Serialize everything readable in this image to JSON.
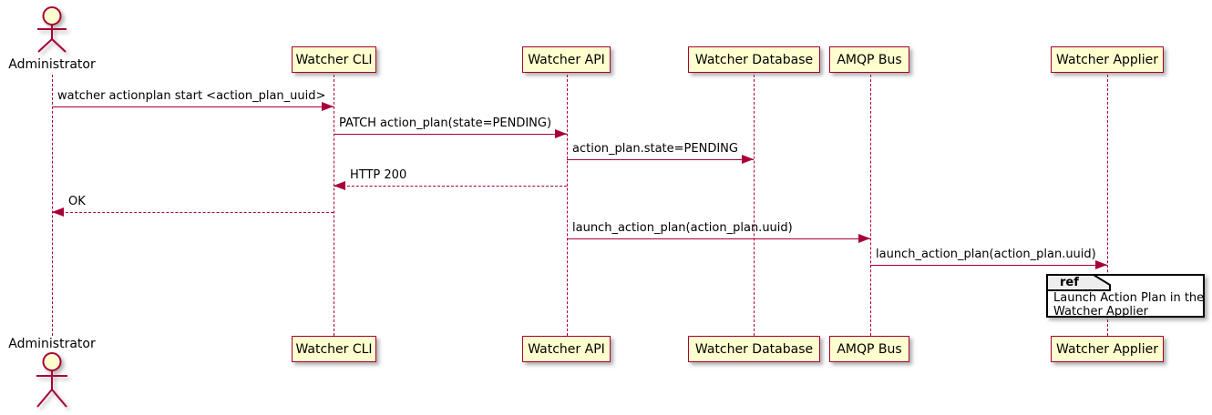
{
  "diagram": {
    "actor": {
      "id": "admin",
      "name": "Administrator"
    },
    "participants": [
      {
        "id": "cli",
        "label": "Watcher CLI"
      },
      {
        "id": "api",
        "label": "Watcher API"
      },
      {
        "id": "db",
        "label": "Watcher Database"
      },
      {
        "id": "amqp",
        "label": "AMQP Bus"
      },
      {
        "id": "applier",
        "label": "Watcher Applier"
      }
    ],
    "messages": [
      {
        "from": "admin",
        "to": "cli",
        "text": "watcher actionplan start <action_plan_uuid>",
        "style": "solid"
      },
      {
        "from": "cli",
        "to": "api",
        "text": "PATCH action_plan(state=PENDING)",
        "style": "solid"
      },
      {
        "from": "api",
        "to": "db",
        "text": "action_plan.state=PENDING",
        "style": "solid"
      },
      {
        "from": "api",
        "to": "cli",
        "text": "HTTP 200",
        "style": "dashed"
      },
      {
        "from": "cli",
        "to": "admin",
        "text": "OK",
        "style": "dashed"
      },
      {
        "from": "api",
        "to": "amqp",
        "text": "launch_action_plan(action_plan.uuid)",
        "style": "solid"
      },
      {
        "from": "amqp",
        "to": "applier",
        "text": "launch_action_plan(action_plan.uuid)",
        "style": "solid"
      }
    ],
    "ref": {
      "tag": "ref",
      "lines": [
        "Launch Action Plan in the",
        "Watcher Applier"
      ]
    },
    "colors": {
      "accent": "#A80036",
      "participant_fill": "#FEFECE",
      "ref_tab_fill": "#EEEEEE",
      "ref_fill": "#FFFFFF",
      "text": "#000000"
    }
  }
}
